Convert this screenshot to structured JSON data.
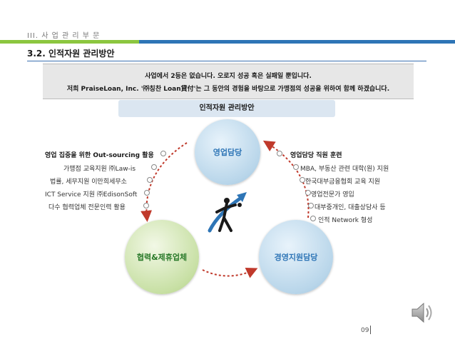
{
  "section": "III. 사 업 관 리 부 문",
  "title": "3.2. 인적자원 관리방안",
  "quote": {
    "line1": "사업에서 2등은 없습니다. 오로지 성공 혹은 실패일 뿐입니다.",
    "line2": "저희 PraiseLoan, Inc. '㈜칭찬 Loan貸付'는 그 동안의 경험을 바탕으로 가맹점의 성공을 위하여 함께 하겠습니다."
  },
  "banner": "인적자원 관리방안",
  "nodes": {
    "top": "영업담당",
    "left": "협력&제휴업체",
    "right": "경영지원담당"
  },
  "left_panel": {
    "heading": "영업 집중을 위한 Out-sourcing 활용",
    "items": [
      "가맹점 교육지원 ㈜Law-is",
      "법률, 세무지원 이만희세무소",
      "ICT Service 지원 ㈜EdisonSoft",
      "다수 협력업체 전문인력 활용"
    ]
  },
  "right_panel": {
    "heading": "영업담당 직원 훈련",
    "items": [
      "MBA, 부동산 관련 대학(원) 지원",
      "한국대부금융협회 교육 지원",
      "영업전문가 영입",
      "대부중개인, 대출상담사 등",
      "인적 Network 형성"
    ]
  },
  "page_number": "09",
  "colors": {
    "green_bar": "#8cc63f",
    "blue_bar": "#2e75b6",
    "arrow_red": "#c0392b"
  }
}
